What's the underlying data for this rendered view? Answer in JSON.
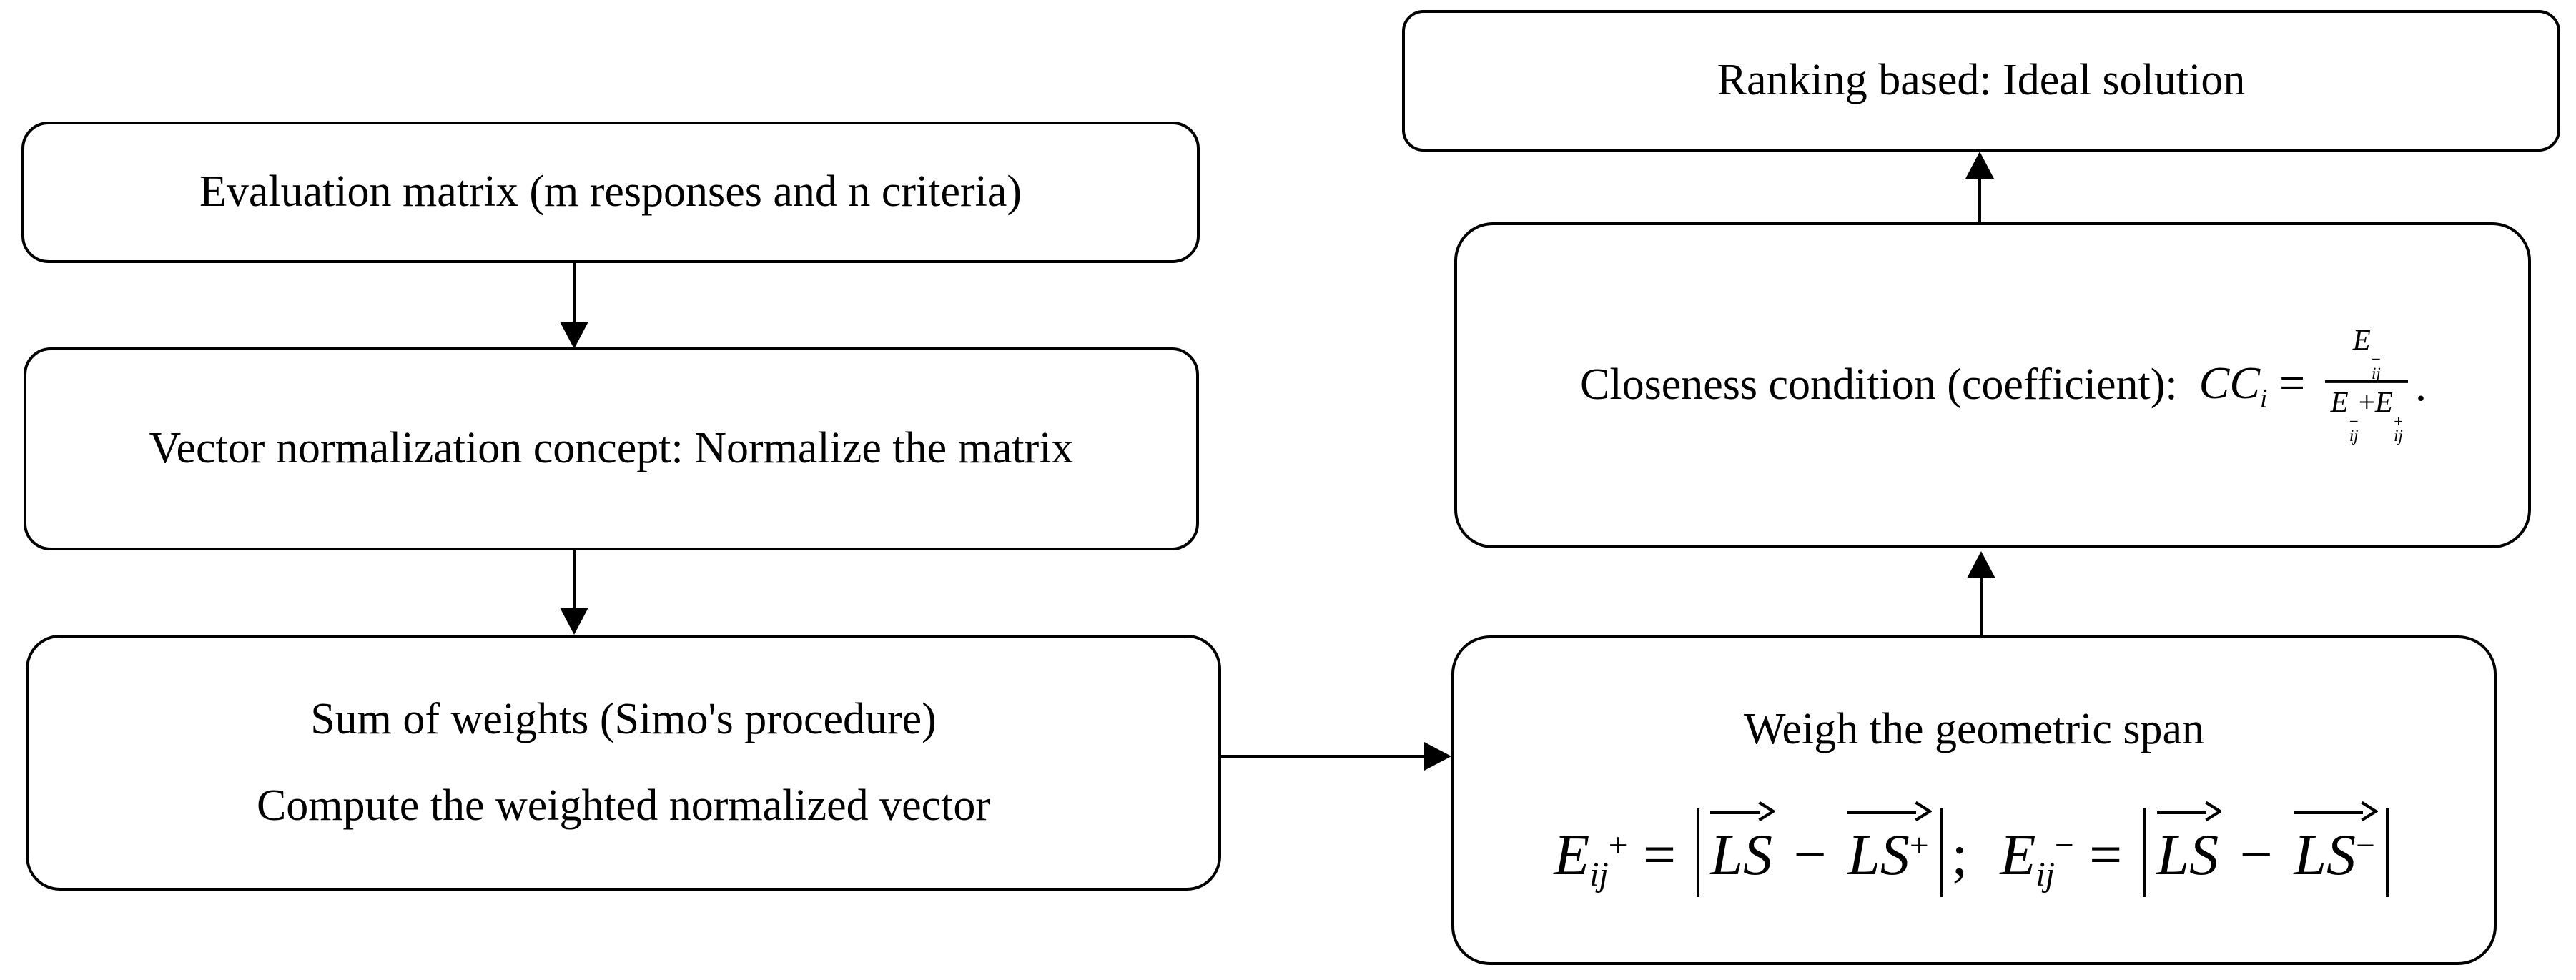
{
  "boxes": {
    "evaluation": {
      "label": "Evaluation matrix (m responses and n criteria)"
    },
    "normalization": {
      "label": "Vector normalization concept: Normalize the matrix"
    },
    "weights": {
      "line1": "Sum of weights (Simo's procedure)",
      "line2": "Compute the weighted normalized vector"
    },
    "geometric": {
      "title": "Weigh the geometric span"
    },
    "closeness": {
      "label": "Closeness condition (coefficient):"
    },
    "ranking": {
      "label": "Ranking based: Ideal solution"
    }
  },
  "tokens": {
    "E": "E",
    "ij": "ij",
    "plus": "+",
    "minus": "−",
    "equals": "=",
    "LS": "LS",
    "semicolon": ";",
    "CC": "CC",
    "i": "i",
    "period": "."
  },
  "colors": {
    "stroke": "#000000",
    "background": "#ffffff",
    "text": "#000000"
  }
}
